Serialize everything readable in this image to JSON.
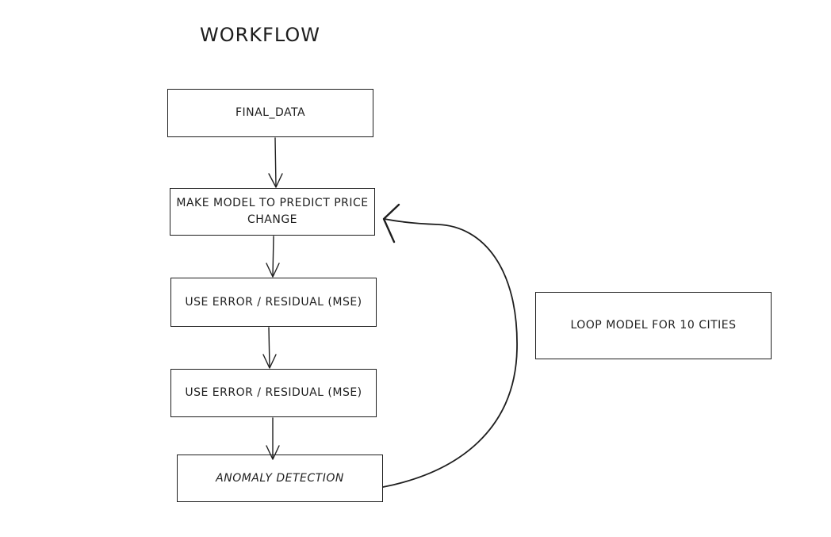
{
  "diagram": {
    "title": "WORKFLOW",
    "nodes": {
      "final_data": "FINAL_DATA",
      "make_model": "MAKE MODEL TO PREDICT PRICE CHANGE",
      "use_error_1": "USE ERROR / RESIDUAL (MSE)",
      "use_error_2": "USE ERROR / RESIDUAL (MSE)",
      "anomaly_detection": "ANOMALY DETECTION",
      "loop_model": "LOOP MODEL FOR 10 CITIES"
    },
    "edges": [
      {
        "from": "final_data",
        "to": "make_model"
      },
      {
        "from": "make_model",
        "to": "use_error_1"
      },
      {
        "from": "use_error_1",
        "to": "use_error_2"
      },
      {
        "from": "use_error_2",
        "to": "anomaly_detection"
      },
      {
        "from": "anomaly_detection",
        "to": "make_model"
      }
    ],
    "colors": {
      "stroke": "#1e1e1e",
      "background": "#ffffff"
    }
  }
}
